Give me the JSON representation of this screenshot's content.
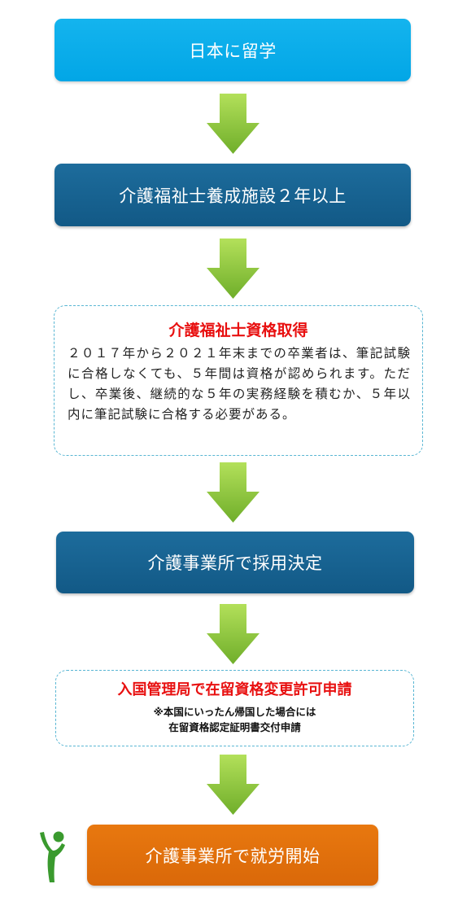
{
  "steps": {
    "study": "日本に留学",
    "school": "介護福祉士養成施設２年以上",
    "qualification": {
      "title": "介護福祉士資格取得",
      "body": "２０１７年から２０２１年末までの卒業者は、筆記試験に合格しなくても、５年間は資格が認められます。ただし、卒業後、継続的な５年の実務経験を積むか、５年以内に筆記試験に合格する必要がある。"
    },
    "hire": "介護事業所で採用決定",
    "immigration": {
      "title": "入国管理局で在留資格変更許可申請",
      "note_line1": "※本国にいったん帰国した場合には",
      "note_line2": "在留資格認定証明書交付申請"
    },
    "start": "介護事業所で就労開始"
  },
  "colors": {
    "sky_box": "#03a7e6",
    "navy_box": "#155f8d",
    "orange_box": "#e0700c",
    "arrow_green": "#8cc63f",
    "dashed_border": "#59b6d3",
    "red_title": "#e81010",
    "person_icon": "#3a9a2e"
  },
  "icons": {
    "flow_arrow": "down-arrow-icon",
    "figure": "cheering-person-icon"
  }
}
